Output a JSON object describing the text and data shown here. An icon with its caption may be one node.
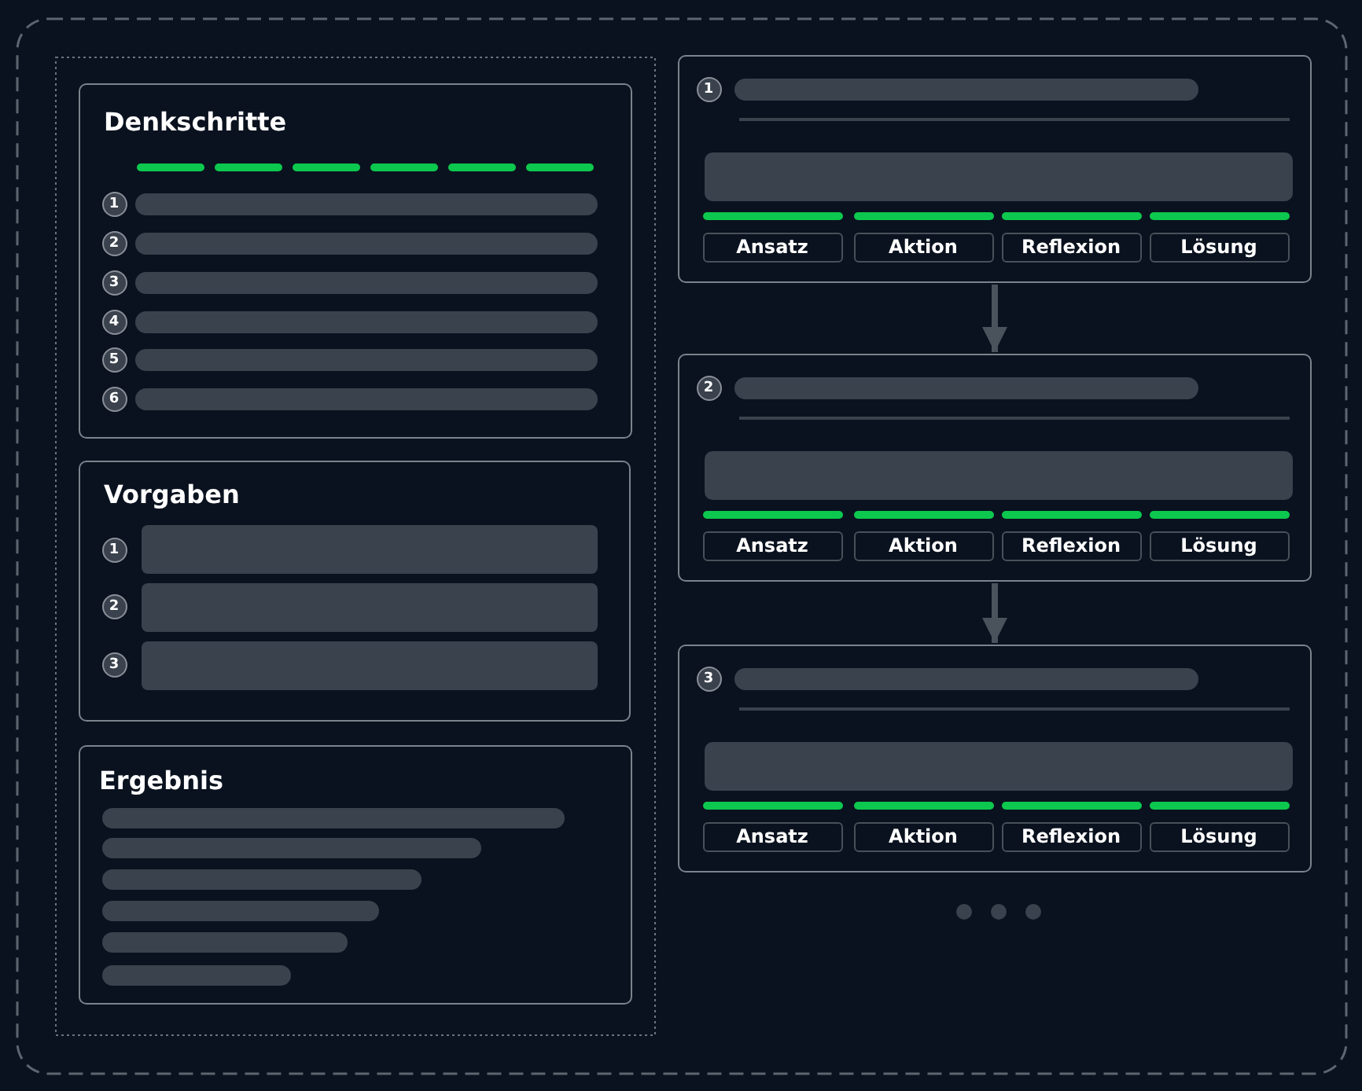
{
  "diagram": {
    "nodes": [
      {
        "text": [
          "Denkschritte"
        ]
      },
      {
        "text": [
          "1"
        ],
        "in": 0
      },
      {
        "text": [
          "2"
        ],
        "in": 0
      },
      {
        "text": [
          "3"
        ],
        "in": 0
      },
      {
        "text": [
          "4"
        ],
        "in": 0
      },
      {
        "text": [
          "5"
        ],
        "in": 0
      },
      {
        "text": [
          "6"
        ],
        "in": 0
      },
      {
        "text": [
          "Vorgaben"
        ]
      },
      {
        "text": [
          "1"
        ],
        "in": 7
      },
      {
        "text": [
          "2"
        ],
        "in": 7
      },
      {
        "text": [
          "3"
        ],
        "in": 7
      },
      {
        "text": [
          "Ergebnis"
        ]
      },
      {
        "text": [],
        "shape": "box"
      },
      {
        "text": [
          "1"
        ],
        "in": 12
      },
      {
        "text": [
          "Ansatz"
        ],
        "in": 12
      },
      {
        "text": [
          "Aktion"
        ],
        "in": 12
      },
      {
        "text": [
          "Reflexion"
        ],
        "in": 12
      },
      {
        "text": [
          "Lösung"
        ],
        "in": 12
      },
      {
        "text": [],
        "shape": "box"
      },
      {
        "text": [
          "2"
        ],
        "in": 18
      },
      {
        "text": [
          "Ansatz"
        ],
        "in": 18
      },
      {
        "text": [
          "Aktion"
        ],
        "in": 18
      },
      {
        "text": [
          "Reflexion"
        ],
        "in": 18
      },
      {
        "text": [
          "Lösung"
        ],
        "in": 18
      },
      {
        "text": [],
        "shape": "box"
      },
      {
        "text": [
          "3"
        ],
        "in": 24
      },
      {
        "text": [
          "Ansatz"
        ],
        "in": 24
      },
      {
        "text": [
          "Aktion"
        ],
        "in": 24
      },
      {
        "text": [
          "Reflexion"
        ],
        "in": 24
      },
      {
        "text": [
          "Lösung"
        ],
        "in": 24
      }
    ],
    "edges": [
      {
        "from": 12,
        "to": 18,
        "arrow": "to"
      },
      {
        "from": 18,
        "to": 24,
        "arrow": "to"
      }
    ]
  }
}
